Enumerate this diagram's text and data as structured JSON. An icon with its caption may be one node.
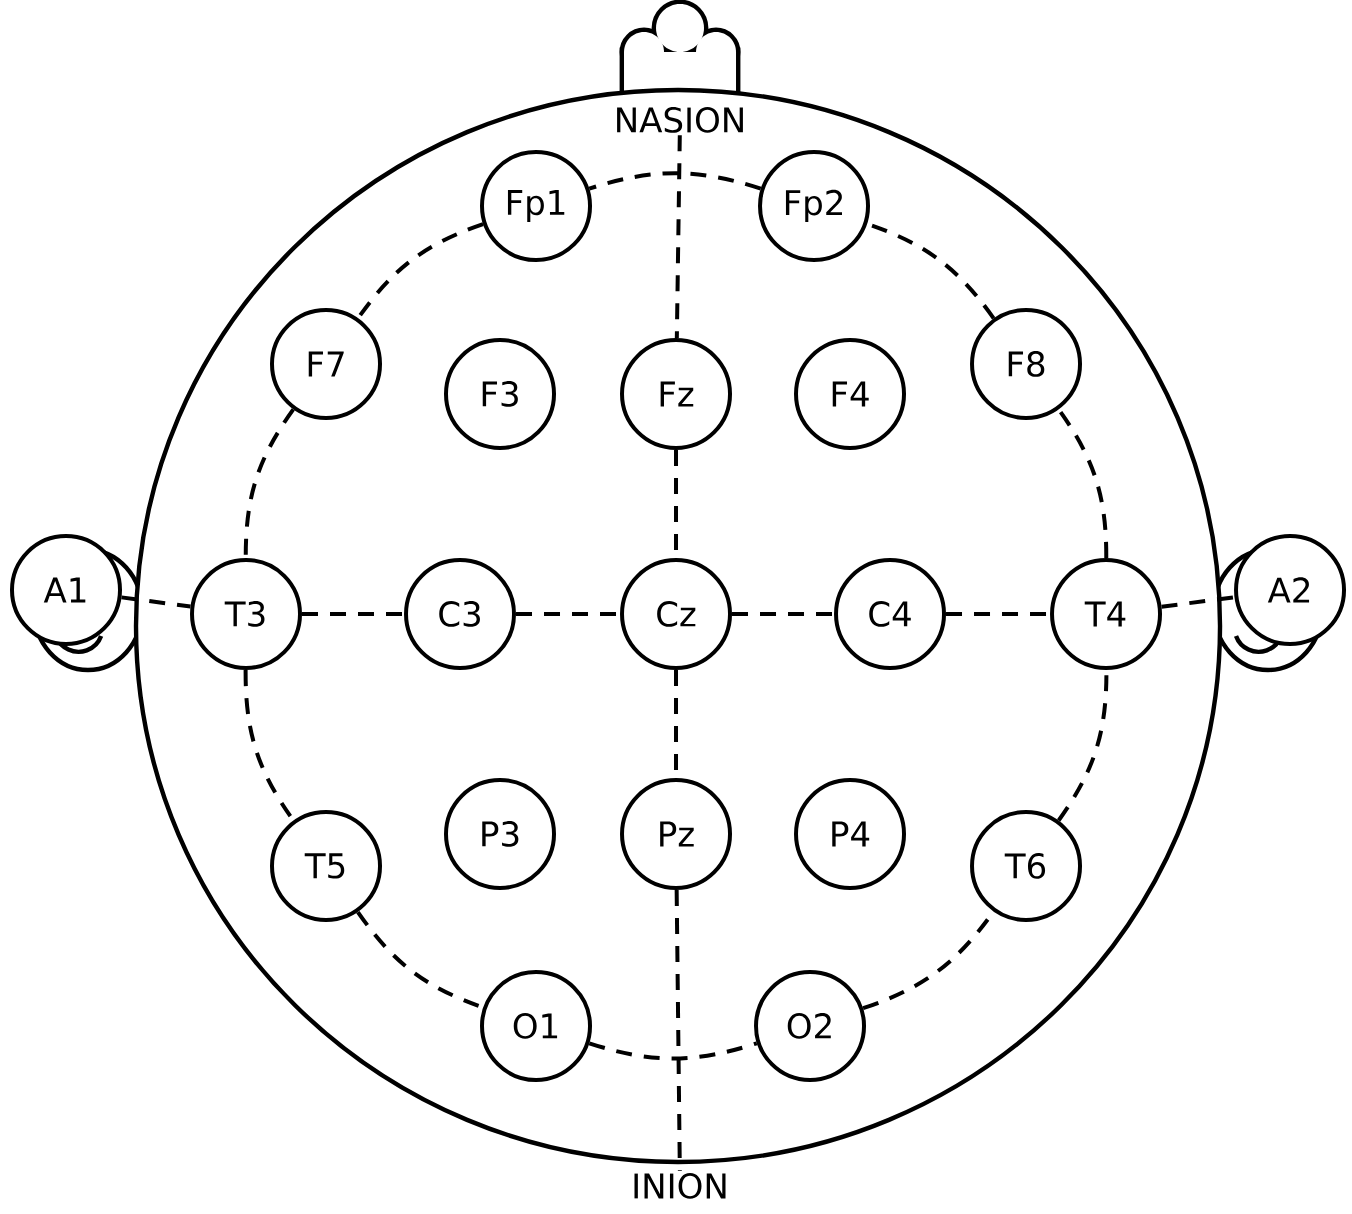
{
  "diagram": {
    "nodes": [
      {
        "text": [
          "NASION"
        ]
      },
      {
        "text": [
          "Fp1"
        ]
      },
      {
        "text": [
          "Fp2"
        ]
      },
      {
        "text": [
          "F7"
        ]
      },
      {
        "text": [
          "F3"
        ]
      },
      {
        "text": [
          "Fz"
        ]
      },
      {
        "text": [
          "F4"
        ]
      },
      {
        "text": [
          "F8"
        ]
      },
      {
        "text": [
          "A1"
        ]
      },
      {
        "text": [
          "T3"
        ]
      },
      {
        "text": [
          "C3"
        ]
      },
      {
        "text": [
          "Cz"
        ]
      },
      {
        "text": [
          "C4"
        ]
      },
      {
        "text": [
          "T4"
        ]
      },
      {
        "text": [
          "A2"
        ]
      },
      {
        "text": [
          "T5"
        ]
      },
      {
        "text": [
          "P3"
        ]
      },
      {
        "text": [
          "Pz"
        ]
      },
      {
        "text": [
          "P4"
        ]
      },
      {
        "text": [
          "T6"
        ]
      },
      {
        "text": [
          "O1"
        ]
      },
      {
        "text": [
          "O2"
        ]
      },
      {
        "text": [
          "INION"
        ]
      }
    ],
    "edges": [
      {
        "from": 0,
        "to": 5,
        "arrow": "none",
        "style": "dashed"
      },
      {
        "from": 5,
        "to": 11,
        "arrow": "none",
        "style": "dashed"
      },
      {
        "from": 11,
        "to": 17,
        "arrow": "none",
        "style": "dashed"
      },
      {
        "from": 17,
        "to": 22,
        "arrow": "none",
        "style": "dashed"
      },
      {
        "from": 8,
        "to": 9,
        "arrow": "none",
        "style": "dashed"
      },
      {
        "from": 9,
        "to": 10,
        "arrow": "none",
        "style": "dashed"
      },
      {
        "from": 10,
        "to": 11,
        "arrow": "none",
        "style": "dashed"
      },
      {
        "from": 11,
        "to": 12,
        "arrow": "none",
        "style": "dashed"
      },
      {
        "from": 12,
        "to": 13,
        "arrow": "none",
        "style": "dashed"
      },
      {
        "from": 13,
        "to": 14,
        "arrow": "none",
        "style": "dashed"
      },
      {
        "from": 1,
        "to": 3,
        "arrow": "none",
        "style": "dashed"
      },
      {
        "from": 3,
        "to": 9,
        "arrow": "none",
        "style": "dashed"
      },
      {
        "from": 9,
        "to": 15,
        "arrow": "none",
        "style": "dashed"
      },
      {
        "from": 15,
        "to": 20,
        "arrow": "none",
        "style": "dashed"
      },
      {
        "from": 20,
        "to": 21,
        "arrow": "none",
        "style": "dashed"
      },
      {
        "from": 21,
        "to": 19,
        "arrow": "none",
        "style": "dashed"
      },
      {
        "from": 19,
        "to": 13,
        "arrow": "none",
        "style": "dashed"
      },
      {
        "from": 13,
        "to": 7,
        "arrow": "none",
        "style": "dashed"
      },
      {
        "from": 7,
        "to": 2,
        "arrow": "none",
        "style": "dashed"
      },
      {
        "from": 2,
        "to": 1,
        "arrow": "none",
        "style": "dashed"
      }
    ]
  }
}
